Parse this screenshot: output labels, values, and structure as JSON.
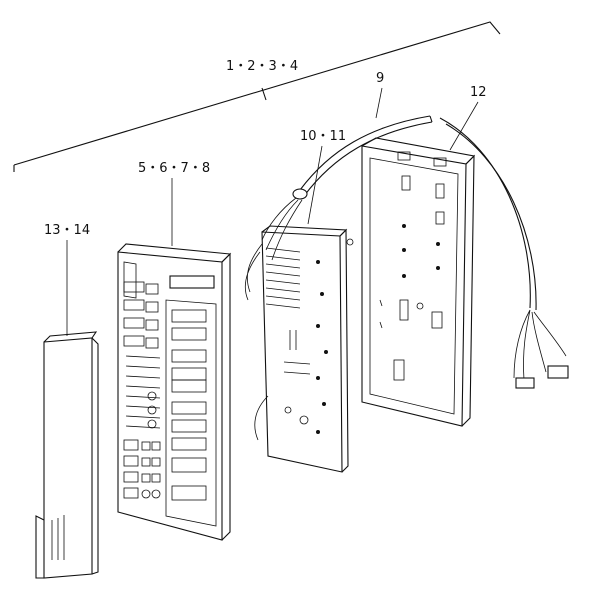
{
  "callouts": {
    "assembly": "1・2・3・4",
    "front_panel": "5・6・7・8",
    "wire_harness": "9",
    "circuit_board": "10・11",
    "rear_case": "12",
    "side_cover": "13・14"
  },
  "colors": {
    "line": "#111111",
    "background": "#ffffff"
  }
}
